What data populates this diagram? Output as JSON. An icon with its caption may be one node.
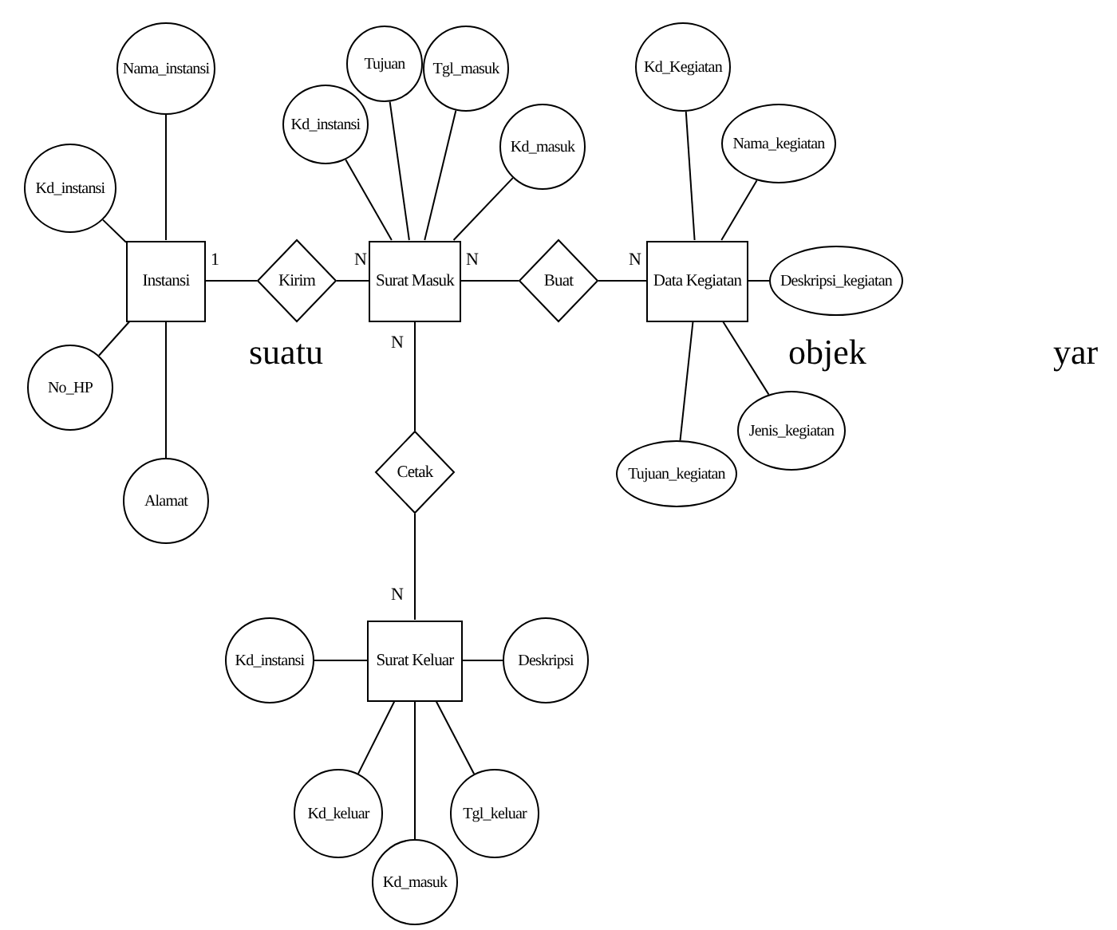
{
  "diagram": {
    "nodes": [
      {
        "text": [
          "Instansi"
        ]
      },
      {
        "text": [
          "Kirim"
        ]
      },
      {
        "text": [
          "Surat Masuk"
        ]
      },
      {
        "text": [
          "Buat"
        ]
      },
      {
        "text": [
          "Data Kegiatan"
        ]
      },
      {
        "text": [
          "Cetak"
        ]
      },
      {
        "text": [
          "Surat Keluar"
        ]
      },
      {
        "text": [
          "Nama_instansi"
        ]
      },
      {
        "text": [
          "Kd_instansi"
        ]
      },
      {
        "text": [
          "No_HP"
        ]
      },
      {
        "text": [
          "Alamat"
        ]
      },
      {
        "text": [
          "Kd_instansi"
        ]
      },
      {
        "text": [
          "Tujuan"
        ]
      },
      {
        "text": [
          "Tgl_masuk"
        ]
      },
      {
        "text": [
          "Kd_masuk"
        ]
      },
      {
        "text": [
          "Kd_Kegiatan"
        ]
      },
      {
        "text": [
          "Nama_kegiatan"
        ]
      },
      {
        "text": [
          "Deskripsi_kegiatan"
        ]
      },
      {
        "text": [
          "Jenis_kegiatan"
        ]
      },
      {
        "text": [
          "Tujuan_kegiatan"
        ]
      },
      {
        "text": [
          "Kd_instansi"
        ]
      },
      {
        "text": [
          "Deskripsi"
        ]
      },
      {
        "text": [
          "Kd_keluar"
        ]
      },
      {
        "text": [
          "Tgl_keluar"
        ]
      },
      {
        "text": [
          "Kd_masuk"
        ]
      }
    ],
    "edges": [
      {
        "from": 0,
        "to": 1,
        "arrow": "none"
      },
      {
        "from": 1,
        "to": 2,
        "arrow": "none"
      },
      {
        "from": 2,
        "to": 3,
        "arrow": "none"
      },
      {
        "from": 3,
        "to": 4,
        "arrow": "none"
      },
      {
        "from": 2,
        "to": 5,
        "arrow": "none"
      },
      {
        "from": 5,
        "to": 6,
        "arrow": "none"
      },
      {
        "from": 7,
        "to": 0,
        "arrow": "none"
      },
      {
        "from": 8,
        "to": 0,
        "arrow": "none"
      },
      {
        "from": 9,
        "to": 0,
        "arrow": "none"
      },
      {
        "from": 10,
        "to": 0,
        "arrow": "none"
      },
      {
        "from": 11,
        "to": 2,
        "arrow": "none"
      },
      {
        "from": 12,
        "to": 2,
        "arrow": "none"
      },
      {
        "from": 13,
        "to": 2,
        "arrow": "none"
      },
      {
        "from": 14,
        "to": 2,
        "arrow": "none"
      },
      {
        "from": 15,
        "to": 4,
        "arrow": "none"
      },
      {
        "from": 16,
        "to": 4,
        "arrow": "none"
      },
      {
        "from": 17,
        "to": 4,
        "arrow": "none"
      },
      {
        "from": 18,
        "to": 4,
        "arrow": "none"
      },
      {
        "from": 19,
        "to": 4,
        "arrow": "none"
      },
      {
        "from": 20,
        "to": 6,
        "arrow": "none"
      },
      {
        "from": 21,
        "to": 6,
        "arrow": "none"
      },
      {
        "from": 22,
        "to": 6,
        "arrow": "none"
      },
      {
        "from": 23,
        "to": 6,
        "arrow": "none"
      },
      {
        "from": 24,
        "to": 6,
        "arrow": "none"
      }
    ],
    "labels": [
      "1",
      "N",
      "N",
      "N",
      "N",
      "suatu",
      "objek",
      "yar",
      "N"
    ]
  }
}
